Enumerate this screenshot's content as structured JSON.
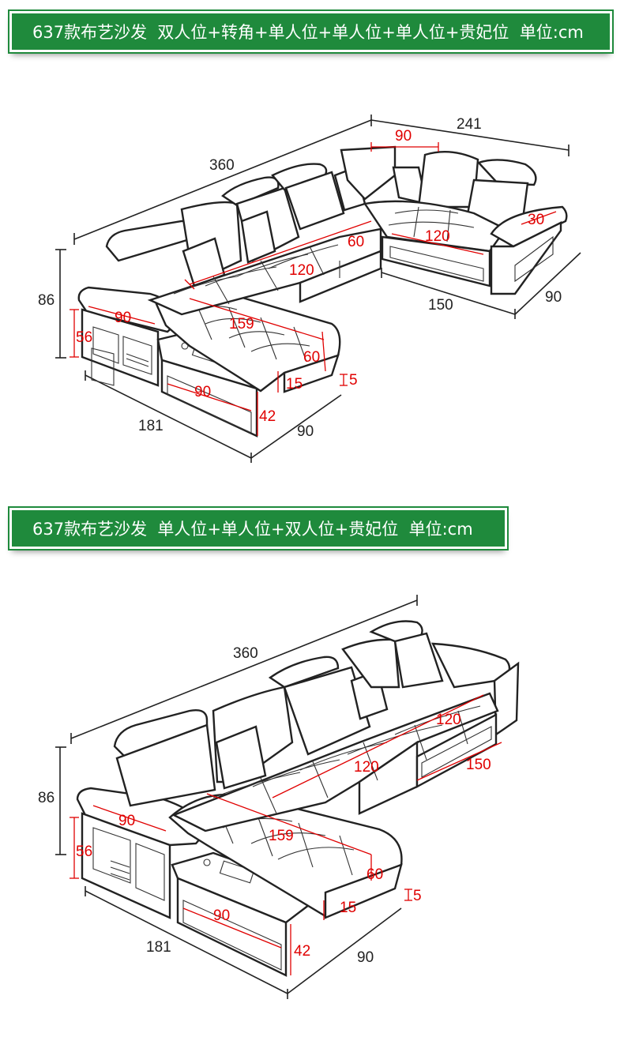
{
  "banners": {
    "top": "637款布艺沙发  双人位+转角+单人位+单人位+单人位+贵妃位  单位:cm",
    "bottom": "637款布艺沙发  单人位+单人位+双人位+贵妃位  单位:cm"
  },
  "diagram1": {
    "overall_length": "360",
    "overall_right": "241",
    "corner_width": "90",
    "height": "86",
    "armrest_top": "90",
    "arm_height": "56",
    "back_depth": "60",
    "seat_120_left": "120",
    "seat_120_right": "120",
    "side_arm": "30",
    "chaise_length": "159",
    "chaise_depth": "60",
    "cushion_thickness": "15",
    "gap": "5",
    "storage_width": "90",
    "seat_height": "42",
    "base_length": "181",
    "base_depth": "90",
    "right_length": "150",
    "right_depth": "90"
  },
  "diagram2": {
    "overall_length": "360",
    "height": "86",
    "armrest_top": "90",
    "arm_height": "56",
    "seat_120_left": "120",
    "seat_120_right": "120",
    "right_length": "150",
    "chaise_length": "159",
    "chaise_depth": "60",
    "cushion_thickness": "15",
    "gap": "5",
    "storage_width": "90",
    "seat_height": "42",
    "base_length": "181",
    "base_depth": "90"
  },
  "colors": {
    "banner_bg": "#1f8a3c",
    "dimension_red": "#e00000",
    "line": "#222222"
  }
}
